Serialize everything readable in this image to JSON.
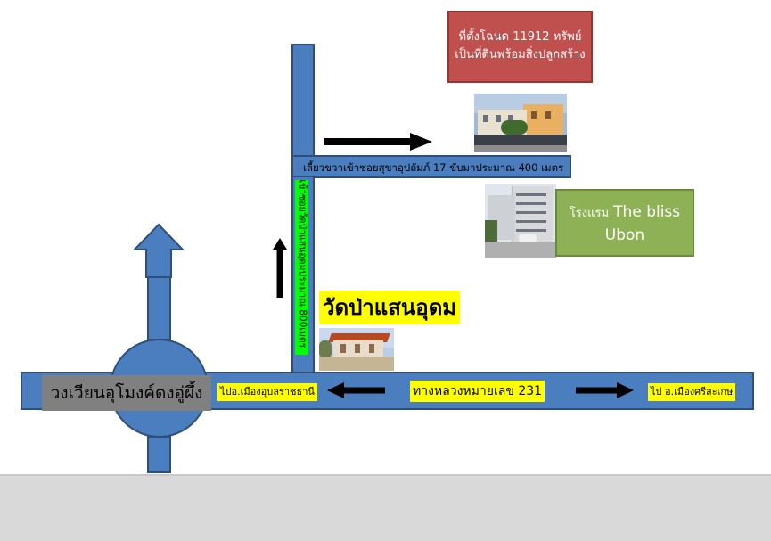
{
  "property_note": {
    "line1": "ที่ตั้งโฉนด 11912 ทรัพย์",
    "line2": "เป็นที่ดินพร้อมสิ่งปลูกสร้าง"
  },
  "turn_instruction": "เลี้ยวขวาเข้าซอยสุขาอุปถัมภ์ 17 ขับมาประมาณ 400 เมตร",
  "side_road_label": "เข้าซอยวัดป่าแสนอุดมประมาณ 800เมตร",
  "hotel": {
    "prefix": "โรงแรม",
    "name": "The bliss Ubon"
  },
  "temple_label": "วัดป่าแสนอุดม",
  "roundabout_label": "วงเวียนอุโมงค์ดงอู่ผึ้ง",
  "highway_label": "ทางหลวงหมายเลข 231",
  "left_destination": "ไปอ.เมืองอุบลราชธานี",
  "right_destination": "ไป อ.เมืองศรีสะเกษ",
  "colors": {
    "road": "#4a7ebf",
    "road_border": "#2f4f7a",
    "property_box": "#c0504d",
    "hotel_box": "#8db154",
    "side_road_label": "#00ff00",
    "highlight": "#ffff00",
    "roundabout_label_bg": "#808080"
  },
  "icons": [
    "arrow-right-icon",
    "arrow-up-icon",
    "arrow-left-icon",
    "big-arrow-up-icon"
  ]
}
